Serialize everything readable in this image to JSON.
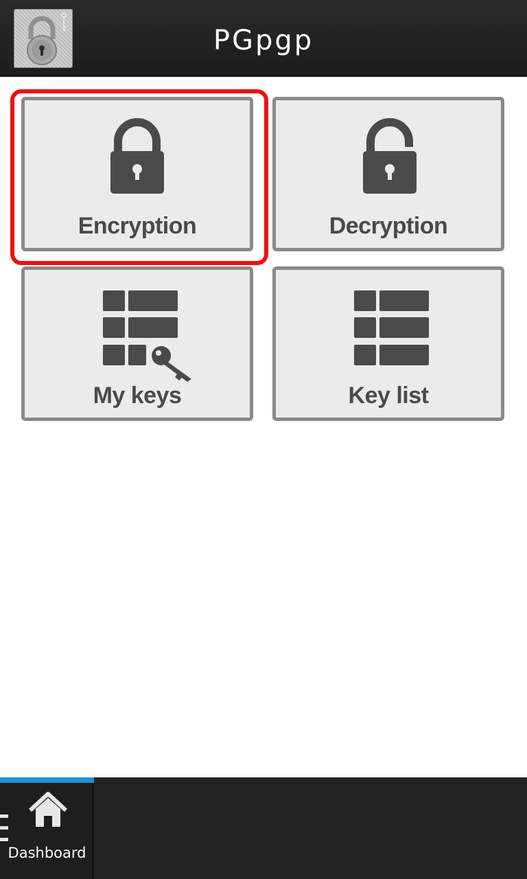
{
  "header": {
    "title": "PGpgp",
    "app_icon": "padlock-app-icon"
  },
  "tiles": [
    {
      "label": "Encryption",
      "icon": "lock-closed-icon"
    },
    {
      "label": "Decryption",
      "icon": "lock-open-icon"
    },
    {
      "label": "My keys",
      "icon": "key-table-icon"
    },
    {
      "label": "Key list",
      "icon": "list-table-icon"
    }
  ],
  "bottom_bar": {
    "tab_label": "Dashboard",
    "tab_icon": "home-icon",
    "menu_icon": "overflow-menu-icon"
  },
  "colors": {
    "highlight": "#ee1111",
    "accent": "#1e90d6",
    "tile_bg": "#ebebeb",
    "tile_border": "#8a8a8a",
    "icon": "#4a4a4a"
  }
}
